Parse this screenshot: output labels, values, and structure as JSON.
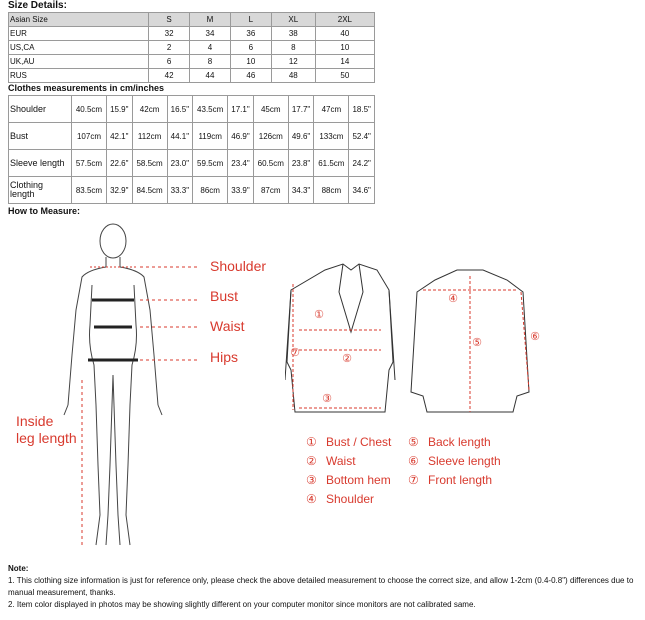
{
  "size_details": {
    "title": "Size Details:",
    "header": [
      "Asian Size",
      "S",
      "M",
      "L",
      "XL",
      "2XL"
    ],
    "rows": [
      [
        "EUR",
        "32",
        "34",
        "36",
        "38",
        "40"
      ],
      [
        "US,CA",
        "2",
        "4",
        "6",
        "8",
        "10"
      ],
      [
        "UK,AU",
        "6",
        "8",
        "10",
        "12",
        "14"
      ],
      [
        "RUS",
        "42",
        "44",
        "46",
        "48",
        "50"
      ]
    ]
  },
  "measurements": {
    "title": "Clothes measurements in cm/inches",
    "rows": [
      {
        "label": "Shoulder",
        "cells": [
          "40.5cm",
          "15.9\"",
          "42cm",
          "16.5\"",
          "43.5cm",
          "17.1\"",
          "45cm",
          "17.7\"",
          "47cm",
          "18.5\""
        ]
      },
      {
        "label": "Bust",
        "cells": [
          "107cm",
          "42.1\"",
          "112cm",
          "44.1\"",
          "119cm",
          "46.9\"",
          "126cm",
          "49.6\"",
          "133cm",
          "52.4\""
        ]
      },
      {
        "label": "Sleeve length",
        "cells": [
          "57.5cm",
          "22.6\"",
          "58.5cm",
          "23.0\"",
          "59.5cm",
          "23.4\"",
          "60.5cm",
          "23.8\"",
          "61.5cm",
          "24.2\""
        ]
      },
      {
        "label": "Clothing length",
        "cells": [
          "83.5cm",
          "32.9\"",
          "84.5cm",
          "33.3\"",
          "86cm",
          "33.9\"",
          "87cm",
          "34.3\"",
          "88cm",
          "34.6\""
        ]
      }
    ]
  },
  "how_to_measure": {
    "title": "How to Measure:",
    "body_labels": {
      "shoulder": "Shoulder",
      "bust": "Bust",
      "waist": "Waist",
      "hips": "Hips",
      "inseam_1": "Inside",
      "inseam_2": "leg length"
    },
    "legend": [
      {
        "num": "①",
        "text": "Bust / Chest"
      },
      {
        "num": "②",
        "text": "Waist"
      },
      {
        "num": "③",
        "text": "Bottom hem"
      },
      {
        "num": "④",
        "text": "Shoulder"
      },
      {
        "num": "⑤",
        "text": "Back length"
      },
      {
        "num": "⑥",
        "text": "Sleeve length"
      },
      {
        "num": "⑦",
        "text": "Front length"
      }
    ],
    "accent_color": "#d83a2e"
  },
  "note": {
    "title": "Note:",
    "line1": "1. This clothing size information is just for reference only, please check the above detailed measurement to choose the correct size, and allow 1-2cm (0.4-0.8\") differences due to manual measurement, thanks.",
    "line2": "2. Item color displayed in photos may be showing slightly different on your computer monitor since monitors are not calibrated same."
  }
}
